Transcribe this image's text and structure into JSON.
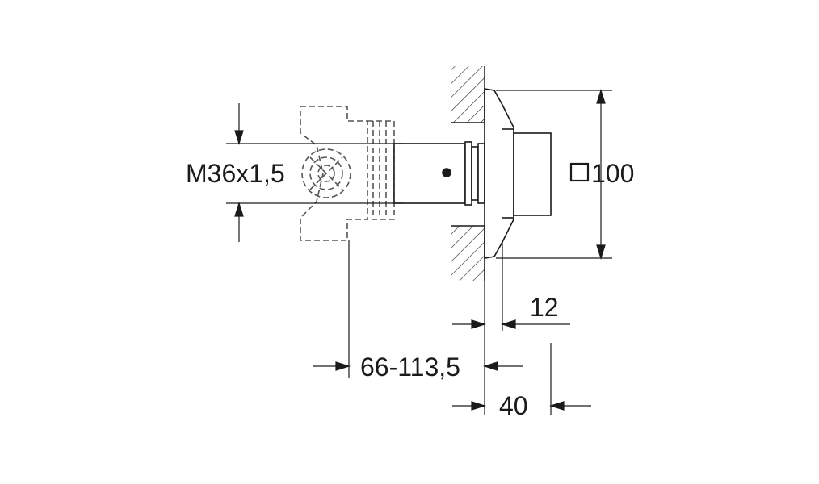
{
  "drawing": {
    "thread_label": "M36x1,5",
    "square_size_label": "100",
    "square_symbol": "square-symbol",
    "depth_12_label": "12",
    "depth_range_label": "66-113,5",
    "depth_40_label": "40"
  },
  "colors": {
    "line": "#1a1a1a",
    "dashed": "#555555",
    "background": "#ffffff"
  }
}
